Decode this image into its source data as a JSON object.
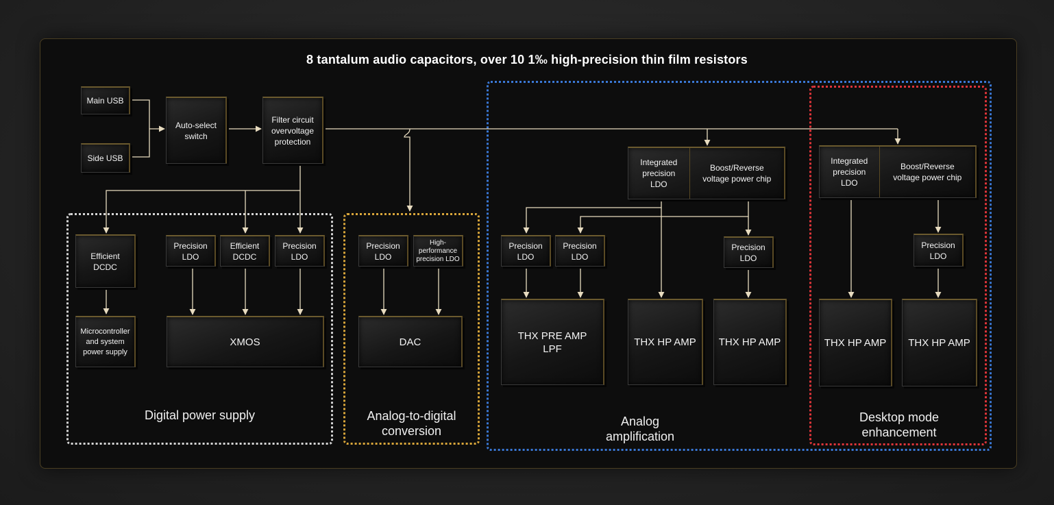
{
  "title": "8 tantalum audio capacitors, over 10 1‰ high-precision thin film resistors",
  "blocks": {
    "main_usb": "Main USB",
    "side_usb": "Side USB",
    "auto_select": "Auto-select\nswitch",
    "filter": "Filter circuit\novervoltage\nprotection",
    "efficient_dcdc_1": "Efficient\nDCDC",
    "microcontroller": "Microcontroller\nand system\npower supply",
    "precision_ldo_d1": "Precision\nLDO",
    "efficient_dcdc_2": "Efficient\nDCDC",
    "precision_ldo_d2": "Precision\nLDO",
    "xmos": "XMOS",
    "precision_ldo_a1": "Precision\nLDO",
    "hp_precision_ldo": "High-\nperformance\nprecision LDO",
    "dac": "DAC",
    "integrated_ldo_1": "Integrated\nprecision\nLDO",
    "boost_reverse_1": "Boost/Reverse\nvoltage power chip",
    "precision_ldo_b1": "Precision\nLDO",
    "precision_ldo_b2": "Precision\nLDO",
    "precision_ldo_b3": "Precision\nLDO",
    "thx_pre_amp": "THX PRE AMP\nLPF",
    "thx_hp_amp_1": "THX HP AMP",
    "thx_hp_amp_2": "THX HP AMP",
    "integrated_ldo_2": "Integrated\nprecision\nLDO",
    "boost_reverse_2": "Boost/Reverse\nvoltage power chip",
    "precision_ldo_c1": "Precision\nLDO",
    "thx_hp_amp_3": "THX HP AMP",
    "thx_hp_amp_4": "THX HP AMP"
  },
  "groups": {
    "digital": "Digital power supply",
    "adc": "Analog-to-digital\nconversion",
    "analog": "Analog\namplification",
    "desktop": "Desktop mode\nenhancement"
  },
  "colors": {
    "wire": "#e8dcc0",
    "digital_border": "#d6d6d6",
    "adc_border": "#d9a63a",
    "analog_border": "#3a78d6",
    "desktop_border": "#e0353a",
    "accent_gold": "#6b5a2e"
  }
}
